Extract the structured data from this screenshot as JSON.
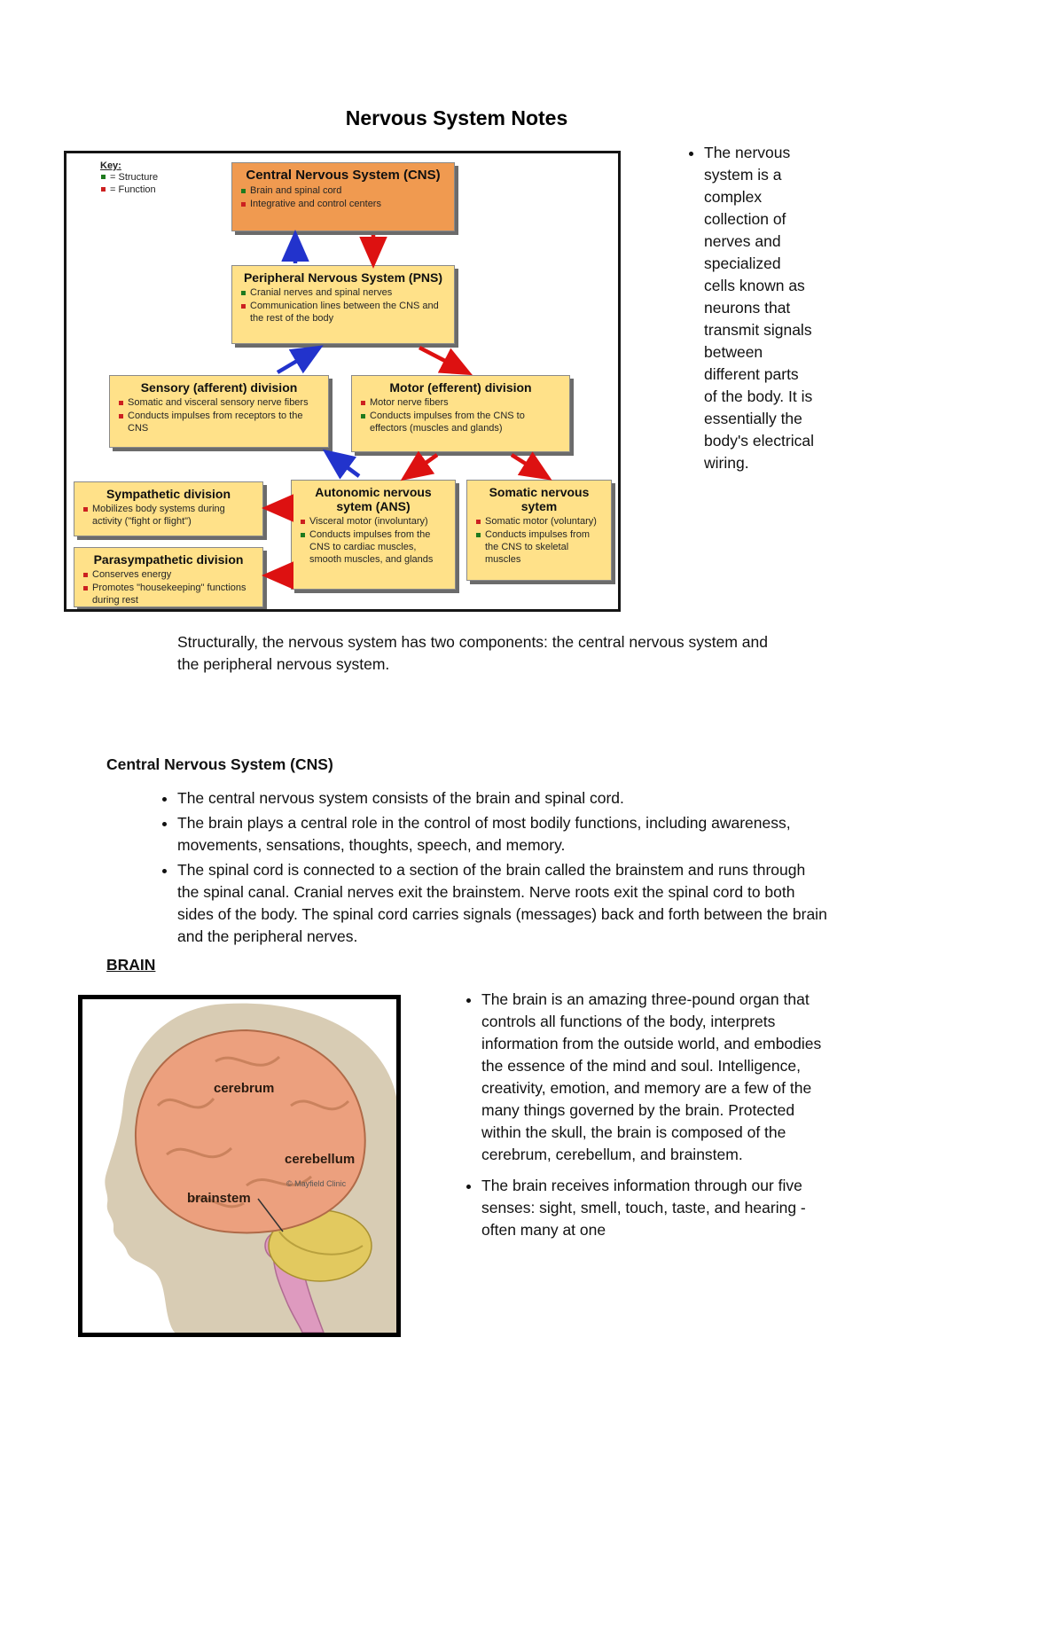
{
  "page": {
    "title": "Nervous System Notes"
  },
  "colors": {
    "cns_box": "#F09A50",
    "node_box": "#FFE189",
    "structure_marker": "#1E7A1E",
    "function_marker": "#CC2020",
    "arrow_blue": "#2233CC",
    "arrow_red": "#DD1111"
  },
  "diagram": {
    "key": {
      "label": "Key:",
      "structure": "= Structure",
      "function": "= Function"
    },
    "nodes": {
      "cns": {
        "title": "Central Nervous System (CNS)",
        "items": [
          "Brain and spinal cord",
          "Integrative and control centers"
        ]
      },
      "pns": {
        "title": "Peripheral Nervous System (PNS)",
        "items": [
          "Cranial nerves and spinal nerves",
          "Communication lines between the CNS and the rest of the body"
        ]
      },
      "sensory": {
        "title": "Sensory (afferent) division",
        "items": [
          "Somatic and visceral sensory nerve fibers",
          "Conducts impulses from receptors to the CNS"
        ]
      },
      "motor": {
        "title": "Motor (efferent) division",
        "items": [
          "Motor nerve fibers",
          "Conducts impulses from the CNS to effectors (muscles and glands)"
        ]
      },
      "sympathetic": {
        "title": "Sympathetic division",
        "items": [
          "Mobilizes body systems during activity (\"fight or flight\")"
        ]
      },
      "ans": {
        "title": "Autonomic nervous sytem (ANS)",
        "items": [
          "Visceral motor (involuntary)",
          "Conducts impulses from the CNS to cardiac muscles, smooth muscles, and glands"
        ]
      },
      "somatic": {
        "title": "Somatic nervous sytem",
        "items": [
          "Somatic motor (voluntary)",
          "Conducts impulses from the CNS to skeletal muscles"
        ]
      },
      "parasympathetic": {
        "title": "Parasympathetic division",
        "items": [
          "Conserves energy",
          "Promotes \"housekeeping\" functions during rest"
        ]
      }
    }
  },
  "intro": {
    "bullet": "The nervous system is a complex collection of nerves and specialized cells known as neurons that transmit signals between different parts of the body. It is essentially the body's electrical wiring."
  },
  "structure_paragraph": "Structurally, the nervous system has two components: the central nervous system and the peripheral nervous system.",
  "cns_section": {
    "heading": "Central Nervous System (CNS)",
    "bullets": [
      "The central nervous system consists of the brain and spinal cord.",
      "The brain plays a central role in the control of most bodily functions, including awareness, movements, sensations, thoughts, speech, and memory.",
      "The spinal cord is connected to a section of the brain called the brainstem and runs through the spinal canal. Cranial nerves exit the brainstem. Nerve roots exit the spinal cord to both sides of the body. The spinal cord carries signals (messages) back and forth between the brain and the peripheral nerves."
    ]
  },
  "brain_section": {
    "heading": "BRAIN",
    "figure": {
      "labels": {
        "cerebrum": "cerebrum",
        "cerebellum": "cerebellum",
        "brainstem": "brainstem"
      },
      "credit": "© Mayfield Clinic"
    },
    "bullets": [
      "The brain is an amazing three-pound organ that controls all functions of the body, interprets information from the outside world, and embodies the essence of the mind and soul. Intelligence, creativity, emotion, and memory are a few of the many things governed by the brain. Protected within the skull, the brain is composed of the cerebrum, cerebellum, and brainstem.",
      "The brain receives information through our five senses: sight, smell, touch, taste, and hearing - often many at one"
    ]
  }
}
